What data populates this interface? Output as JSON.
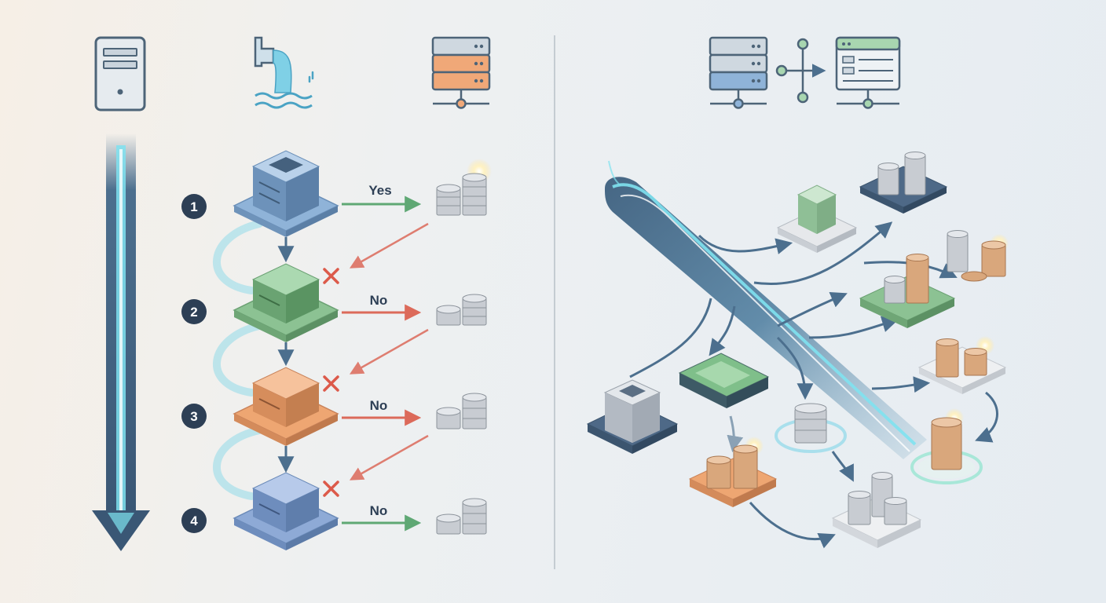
{
  "left_panel": {
    "icons": [
      "server-tower-icon",
      "waterfall-icon",
      "server-rack-icon"
    ],
    "steps": [
      {
        "number": "1",
        "decision": "Yes",
        "tier_color": "#8fb3d8",
        "result": "accepted"
      },
      {
        "number": "2",
        "decision": "No",
        "tier_color": "#8cc293",
        "result": "rejected"
      },
      {
        "number": "3",
        "decision": "No",
        "tier_color": "#eea672",
        "result": "rejected"
      },
      {
        "number": "4",
        "decision": "No",
        "tier_color": "#8eaad6",
        "result": "rejected"
      }
    ]
  },
  "right_panel": {
    "icons": [
      "server-rack-icon",
      "branch-split-icon",
      "web-server-icon"
    ]
  },
  "colors": {
    "accent_blue": "#4c6f8e",
    "flow_cyan": "#5cd4e6",
    "yes_green": "#5fa874",
    "no_red": "#dc6a5a",
    "badge_dark": "#2d3f55",
    "coin_silver": "#c8ccd2",
    "coin_bronze": "#d9a77c"
  }
}
